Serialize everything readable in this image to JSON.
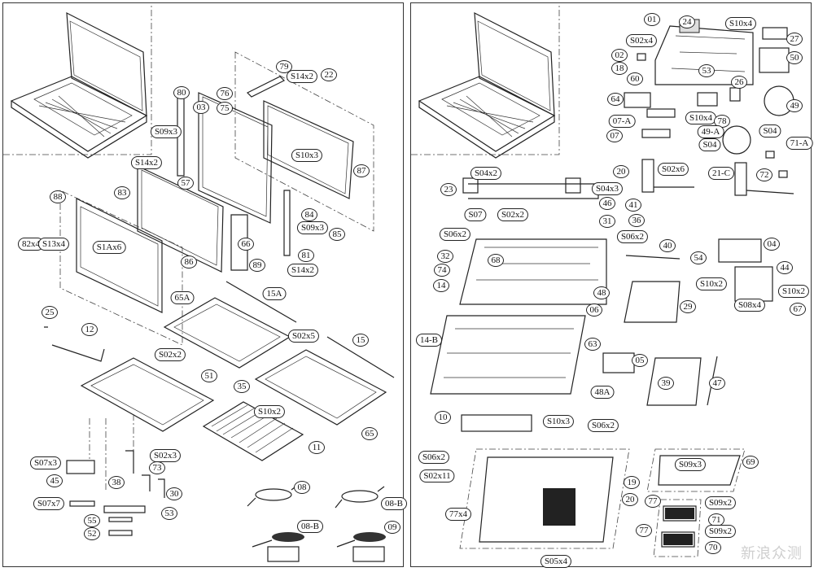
{
  "left_panel": {
    "labels": [
      {
        "id": "80",
        "text": "80"
      },
      {
        "id": "S09x3a",
        "text": "S09x3"
      },
      {
        "id": "S14x2a",
        "text": "S14x2"
      },
      {
        "id": "03",
        "text": "03"
      },
      {
        "id": "76",
        "text": "76"
      },
      {
        "id": "75",
        "text": "75"
      },
      {
        "id": "79",
        "text": "79"
      },
      {
        "id": "S14x2b",
        "text": "S14x2"
      },
      {
        "id": "22",
        "text": "22"
      },
      {
        "id": "S10x3",
        "text": "S10x3"
      },
      {
        "id": "87",
        "text": "87"
      },
      {
        "id": "57",
        "text": "57"
      },
      {
        "id": "83",
        "text": "83"
      },
      {
        "id": "88",
        "text": "88"
      },
      {
        "id": "82x4",
        "text": "82x4"
      },
      {
        "id": "S13x4",
        "text": "S13x4"
      },
      {
        "id": "S1Ax6",
        "text": "S1Ax6"
      },
      {
        "id": "86",
        "text": "86"
      },
      {
        "id": "66",
        "text": "66"
      },
      {
        "id": "84",
        "text": "84"
      },
      {
        "id": "S09x3b",
        "text": "S09x3"
      },
      {
        "id": "85",
        "text": "85"
      },
      {
        "id": "81",
        "text": "81"
      },
      {
        "id": "S14x2c",
        "text": "S14x2"
      },
      {
        "id": "89",
        "text": "89"
      },
      {
        "id": "65A",
        "text": "65A"
      },
      {
        "id": "15A",
        "text": "15A"
      },
      {
        "id": "25",
        "text": "25"
      },
      {
        "id": "12",
        "text": "12"
      },
      {
        "id": "S02x2",
        "text": "S02x2"
      },
      {
        "id": "51",
        "text": "51"
      },
      {
        "id": "S02x5",
        "text": "S02x5"
      },
      {
        "id": "15",
        "text": "15"
      },
      {
        "id": "35",
        "text": "35"
      },
      {
        "id": "S10x2",
        "text": "S10x2"
      },
      {
        "id": "65",
        "text": "65"
      },
      {
        "id": "11",
        "text": "11"
      },
      {
        "id": "S07x3",
        "text": "S07x3"
      },
      {
        "id": "45",
        "text": "45"
      },
      {
        "id": "S02x3",
        "text": "S02x3"
      },
      {
        "id": "73",
        "text": "73"
      },
      {
        "id": "38",
        "text": "38"
      },
      {
        "id": "30",
        "text": "30"
      },
      {
        "id": "S07x7",
        "text": "S07x7"
      },
      {
        "id": "53",
        "text": "53"
      },
      {
        "id": "55",
        "text": "55"
      },
      {
        "id": "52",
        "text": "52"
      },
      {
        "id": "08",
        "text": "08"
      },
      {
        "id": "08-Ba",
        "text": "08-B"
      },
      {
        "id": "08-Bb",
        "text": "08-B"
      },
      {
        "id": "09",
        "text": "09"
      }
    ]
  },
  "right_panel": {
    "labels": [
      {
        "id": "01",
        "text": "01"
      },
      {
        "id": "24",
        "text": "24"
      },
      {
        "id": "S10x4a",
        "text": "S10x4"
      },
      {
        "id": "27",
        "text": "27"
      },
      {
        "id": "S02x4",
        "text": "S02x4"
      },
      {
        "id": "02",
        "text": "02"
      },
      {
        "id": "50",
        "text": "50"
      },
      {
        "id": "18",
        "text": "18"
      },
      {
        "id": "53",
        "text": "53"
      },
      {
        "id": "60",
        "text": "60"
      },
      {
        "id": "26",
        "text": "26"
      },
      {
        "id": "64",
        "text": "64"
      },
      {
        "id": "49",
        "text": "49"
      },
      {
        "id": "S10x4b",
        "text": "S10x4"
      },
      {
        "id": "78",
        "text": "78"
      },
      {
        "id": "07-A",
        "text": "07-A"
      },
      {
        "id": "49-A",
        "text": "49-A"
      },
      {
        "id": "S04a",
        "text": "S04"
      },
      {
        "id": "07",
        "text": "07"
      },
      {
        "id": "S04b",
        "text": "S04"
      },
      {
        "id": "71-A",
        "text": "71-A"
      },
      {
        "id": "20a",
        "text": "20"
      },
      {
        "id": "S02x6",
        "text": "S02x6"
      },
      {
        "id": "21-C",
        "text": "21-C"
      },
      {
        "id": "72",
        "text": "72"
      },
      {
        "id": "S04x2",
        "text": "S04x2"
      },
      {
        "id": "23",
        "text": "23"
      },
      {
        "id": "S04x3",
        "text": "S04x3"
      },
      {
        "id": "46",
        "text": "46"
      },
      {
        "id": "41",
        "text": "41"
      },
      {
        "id": "S07",
        "text": "S07"
      },
      {
        "id": "S02x2",
        "text": "S02x2"
      },
      {
        "id": "31",
        "text": "31"
      },
      {
        "id": "36",
        "text": "36"
      },
      {
        "id": "S06x2a",
        "text": "S06x2"
      },
      {
        "id": "S06x2b",
        "text": "S06x2"
      },
      {
        "id": "40",
        "text": "40"
      },
      {
        "id": "04",
        "text": "04"
      },
      {
        "id": "32",
        "text": "32"
      },
      {
        "id": "68",
        "text": "68"
      },
      {
        "id": "54",
        "text": "54"
      },
      {
        "id": "74",
        "text": "74"
      },
      {
        "id": "44",
        "text": "44"
      },
      {
        "id": "14",
        "text": "14"
      },
      {
        "id": "S10x2a",
        "text": "S10x2"
      },
      {
        "id": "S10x2b",
        "text": "S10x2"
      },
      {
        "id": "48",
        "text": "48"
      },
      {
        "id": "S08x4",
        "text": "S08x4"
      },
      {
        "id": "67",
        "text": "67"
      },
      {
        "id": "06",
        "text": "06"
      },
      {
        "id": "29",
        "text": "29"
      },
      {
        "id": "14-B",
        "text": "14-B"
      },
      {
        "id": "63",
        "text": "63"
      },
      {
        "id": "05",
        "text": "05"
      },
      {
        "id": "39",
        "text": "39"
      },
      {
        "id": "47",
        "text": "47"
      },
      {
        "id": "48A",
        "text": "48A"
      },
      {
        "id": "10",
        "text": "10"
      },
      {
        "id": "S10x3",
        "text": "S10x3"
      },
      {
        "id": "S06x2c",
        "text": "S06x2"
      },
      {
        "id": "S06x2d",
        "text": "S06x2"
      },
      {
        "id": "S02x11",
        "text": "S02x11"
      },
      {
        "id": "19",
        "text": "19"
      },
      {
        "id": "69",
        "text": "69"
      },
      {
        "id": "S09x3",
        "text": "S09x3"
      },
      {
        "id": "20b",
        "text": "20"
      },
      {
        "id": "77x4",
        "text": "77x4"
      },
      {
        "id": "77a",
        "text": "77"
      },
      {
        "id": "S09x2a",
        "text": "S09x2"
      },
      {
        "id": "71",
        "text": "71"
      },
      {
        "id": "77b",
        "text": "77"
      },
      {
        "id": "S09x2b",
        "text": "S09x2"
      },
      {
        "id": "70",
        "text": "70"
      },
      {
        "id": "S05x4",
        "text": "S05x4"
      }
    ]
  },
  "watermark": {
    "text": "新浪众测"
  }
}
